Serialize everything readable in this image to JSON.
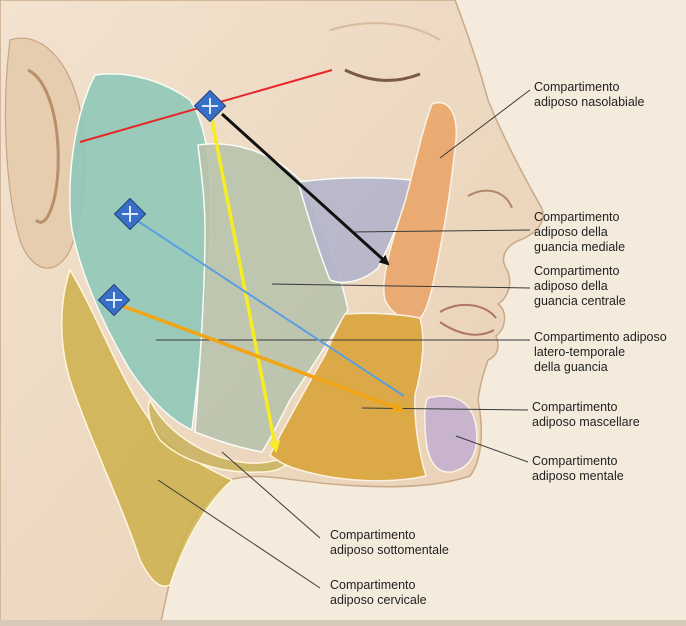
{
  "labels": {
    "nasolabial": [
      "Compartimento",
      "adiposo nasolabiale"
    ],
    "medial_cheek": [
      "Compartimento",
      "adiposo della",
      "guancia mediale"
    ],
    "central_cheek": [
      "Compartimento",
      "adiposo della",
      "guancia centrale"
    ],
    "lateral_temporal": [
      "Compartimento adiposo",
      "latero-temporale",
      "della guancia"
    ],
    "maxillary": [
      "Compartimento",
      "adiposo mascellare"
    ],
    "mental": [
      "Compartimento",
      "adiposo mentale"
    ],
    "submental": [
      "Compartimento",
      "adiposo sottomentale"
    ],
    "cervical": [
      "Compartimento",
      "adiposo cervicale"
    ]
  },
  "colors": {
    "skin": "#efdcc6",
    "skin_shadow": "#e2c6a8",
    "nasolabial_fill": "#e9a66a",
    "medial_cheek_fill": "#b4b4cc",
    "central_cheek_fill": "#b9c3ad",
    "lateral_temporal_fill": "#8fc8b8",
    "maxillary_fill": "#d9a43a",
    "mental_fill": "#c4b0cf",
    "submental_fill": "#c8b25a",
    "cervical_fill": "#cdb04c",
    "red_line": "#e8262a",
    "black_arrow": "#111111",
    "yellow_arrow": "#f6ec24",
    "blue_line": "#5c9fe0",
    "orange_arrow": "#f2a514",
    "marker": "#3a6fc8"
  },
  "markers": [
    "crosshair-marker",
    "crosshair-marker",
    "crosshair-marker"
  ]
}
